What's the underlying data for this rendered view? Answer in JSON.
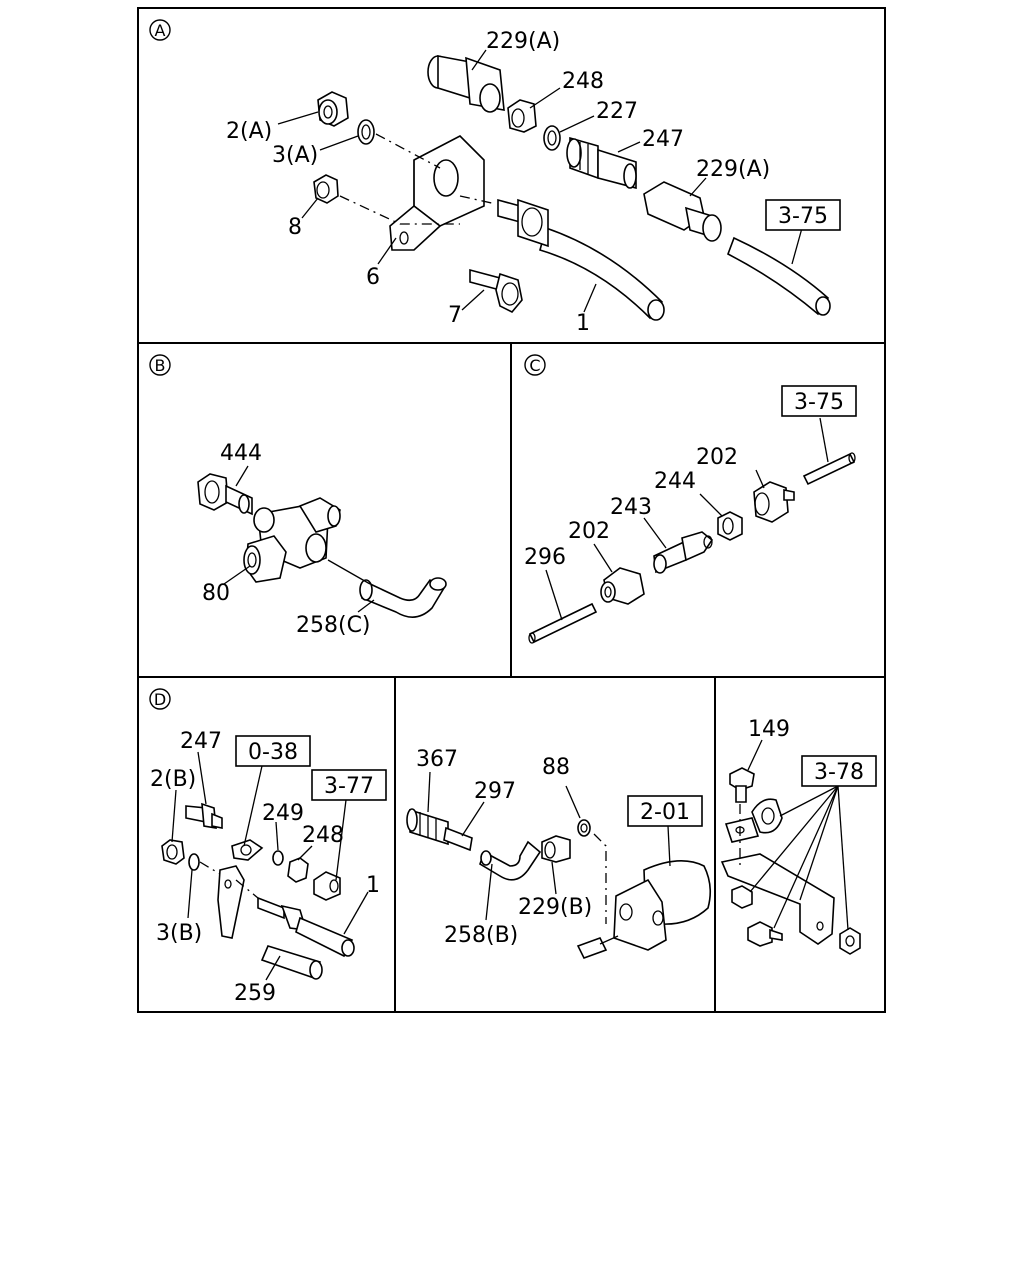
{
  "sections": {
    "a": {
      "id": "A"
    },
    "b": {
      "id": "B"
    },
    "c": {
      "id": "C"
    },
    "d": {
      "id": "D"
    }
  },
  "labels": {
    "a_229a_top": "229(A)",
    "a_248": "248",
    "a_227": "227",
    "a_247": "247",
    "a_229a_mid": "229(A)",
    "a_2a": "2(A)",
    "a_3a": "3(A)",
    "a_8": "8",
    "a_6": "6",
    "a_7": "7",
    "a_1": "1",
    "b_444": "444",
    "b_80": "80",
    "b_258c": "258(C)",
    "c_202_right": "202",
    "c_244": "244",
    "c_243": "243",
    "c_202_left": "202",
    "c_296": "296",
    "d_247": "247",
    "d_2b": "2(B)",
    "d_249": "249",
    "d_248": "248",
    "d_3b": "3(B)",
    "d_1": "1",
    "d_259": "259",
    "e_367": "367",
    "e_297": "297",
    "e_88": "88",
    "e_229b": "229(B)",
    "e_258b": "258(B)",
    "f_149": "149"
  },
  "references": {
    "a_3_75": "3-75",
    "c_3_75": "3-75",
    "d_0_38": "0-38",
    "d_3_77": "3-77",
    "e_2_01": "2-01",
    "f_3_78": "3-78"
  }
}
